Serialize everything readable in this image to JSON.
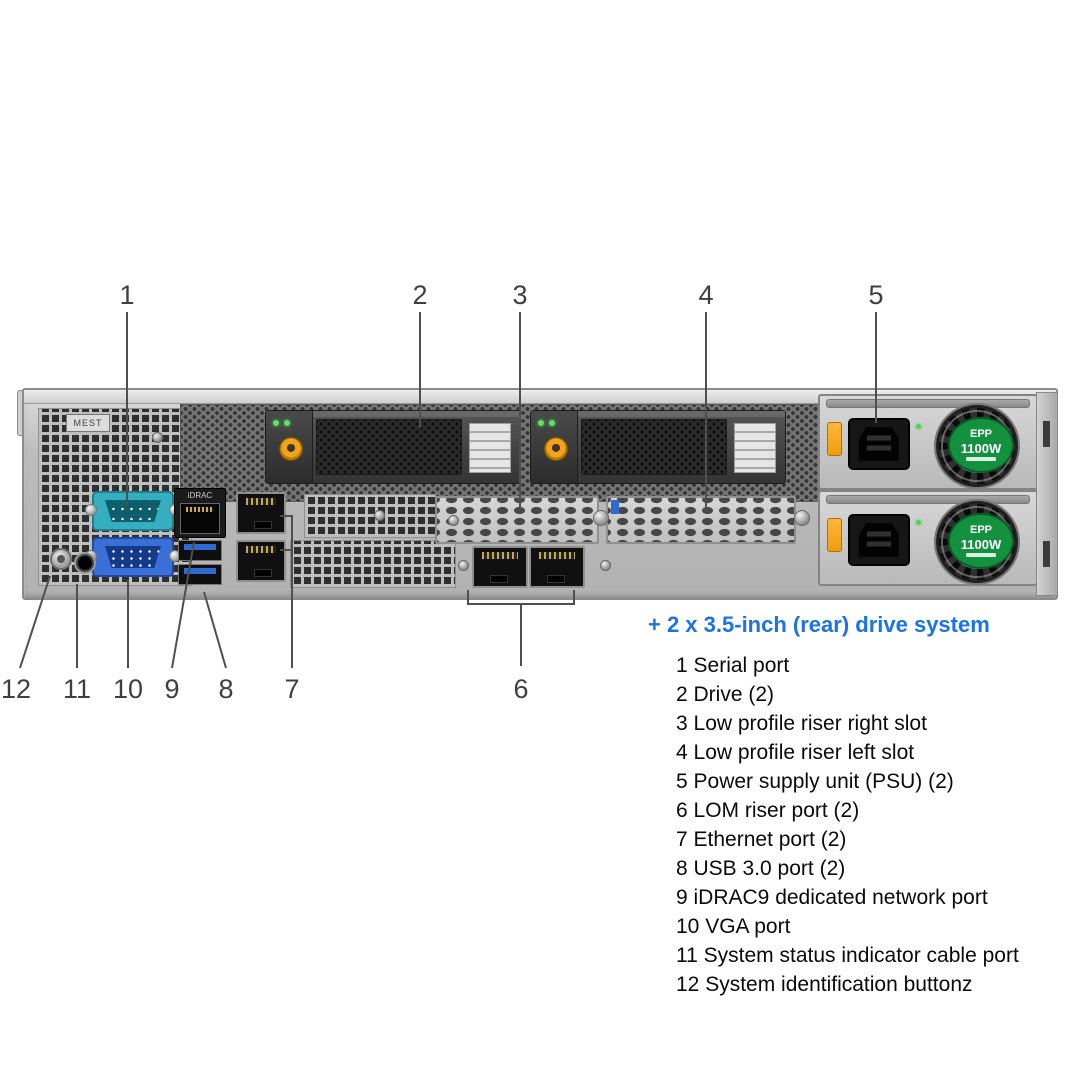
{
  "diagram": {
    "callouts": [
      "1",
      "2",
      "3",
      "4",
      "5",
      "6",
      "7",
      "8",
      "9",
      "10",
      "11",
      "12"
    ],
    "chassis_tag": "MEST",
    "idrac_label": "iDRAC",
    "psu": {
      "brand": "EPP",
      "watt": "1100W"
    }
  },
  "legend": {
    "title": "+ 2 x 3.5-inch (rear) drive system",
    "items": [
      "1 Serial port",
      "2 Drive (2)",
      "3 Low profile riser right slot",
      "4 Low profile riser left slot",
      "5 Power supply unit (PSU) (2)",
      "6 LOM riser port (2)",
      "7 Ethernet port (2)",
      "8 USB 3.0 port (2)",
      "9 iDRAC9 dedicated network port",
      "10 VGA port",
      "11 System status indicator cable port",
      "12 System identification buttonz"
    ]
  },
  "colors": {
    "accent_blue": "#1a73e8",
    "psu_green": "#13913f",
    "serial_teal": "#35aebf",
    "vga_blue": "#3a6fd8",
    "latch_orange": "#f2a41e",
    "led_green": "#5ee262"
  }
}
